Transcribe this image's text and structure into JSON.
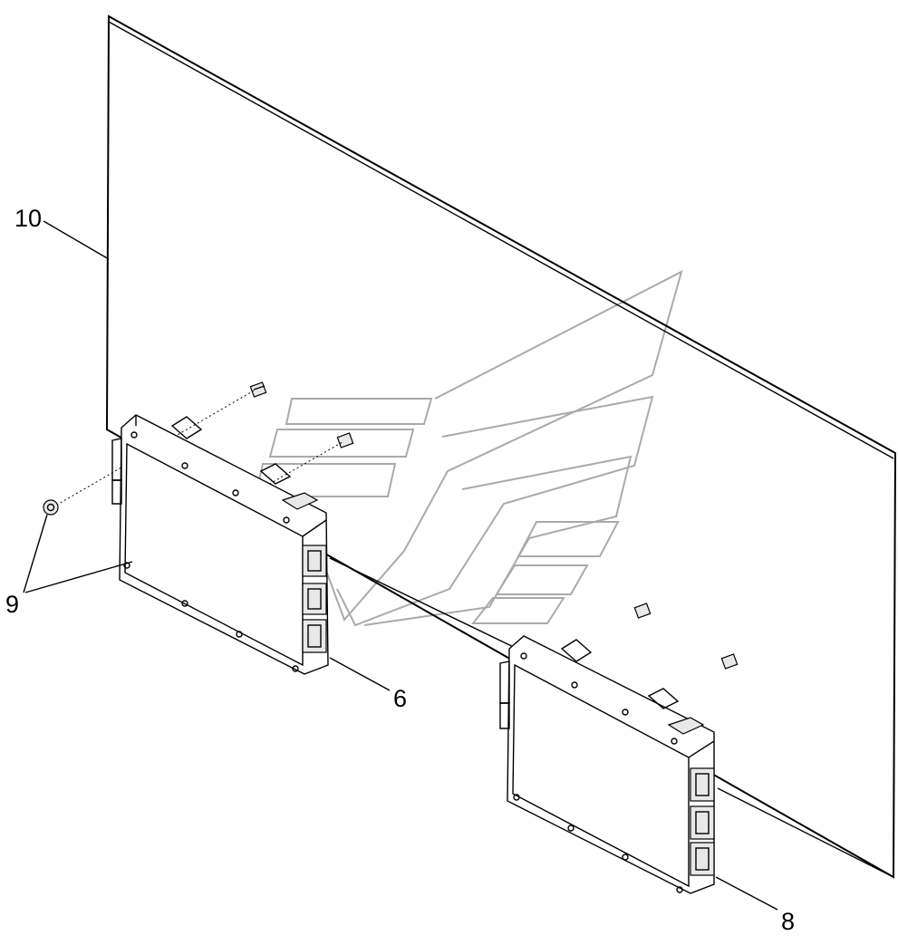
{
  "callouts": {
    "panel": "10",
    "nuts": "9",
    "module_left": "6",
    "module_right": "8"
  },
  "colors": {
    "line": "#000000",
    "watermark": "#aaaaaa",
    "background": "#ffffff"
  }
}
